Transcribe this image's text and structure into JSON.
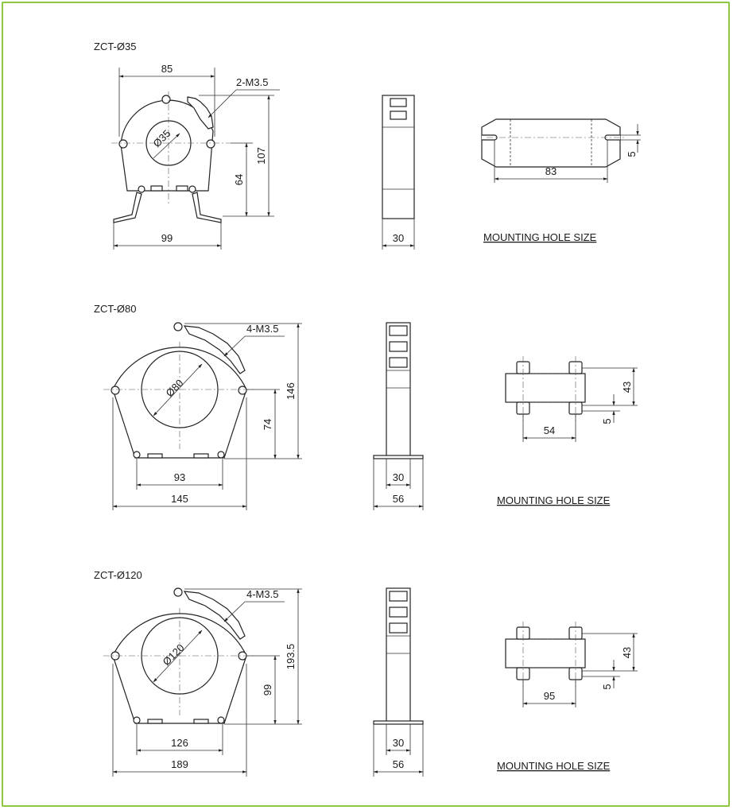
{
  "colors": {
    "border": "#8dc63f",
    "line": "#222222"
  },
  "models": [
    {
      "title": "ZCT-Ø35",
      "front": {
        "top_width": "85",
        "hole_dia": "Ø35",
        "screw": "2-M3.5",
        "height": "107",
        "center_height": "64",
        "base_width": "99"
      },
      "side": {
        "depth": "30"
      },
      "mount": {
        "spacing": "83",
        "slot": "5",
        "caption": "MOUNTING HOLE SIZE"
      }
    },
    {
      "title": "ZCT-Ø80",
      "front": {
        "hole_dia": "Ø80",
        "screw": "4-M3.5",
        "height": "146",
        "center_height": "74",
        "inner_width": "93",
        "base_width": "145"
      },
      "side": {
        "depth": "30",
        "base_depth": "56"
      },
      "mount": {
        "spacing": "54",
        "height": "43",
        "slot": "5",
        "caption": "MOUNTING HOLE SIZE"
      }
    },
    {
      "title": "ZCT-Ø120",
      "front": {
        "hole_dia": "Ø120",
        "screw": "4-M3.5",
        "height": "193.5",
        "center_height": "99",
        "inner_width": "126",
        "base_width": "189"
      },
      "side": {
        "depth": "30",
        "base_depth": "56"
      },
      "mount": {
        "spacing": "95",
        "height": "43",
        "slot": "5",
        "caption": "MOUNTING HOLE SIZE"
      }
    }
  ]
}
